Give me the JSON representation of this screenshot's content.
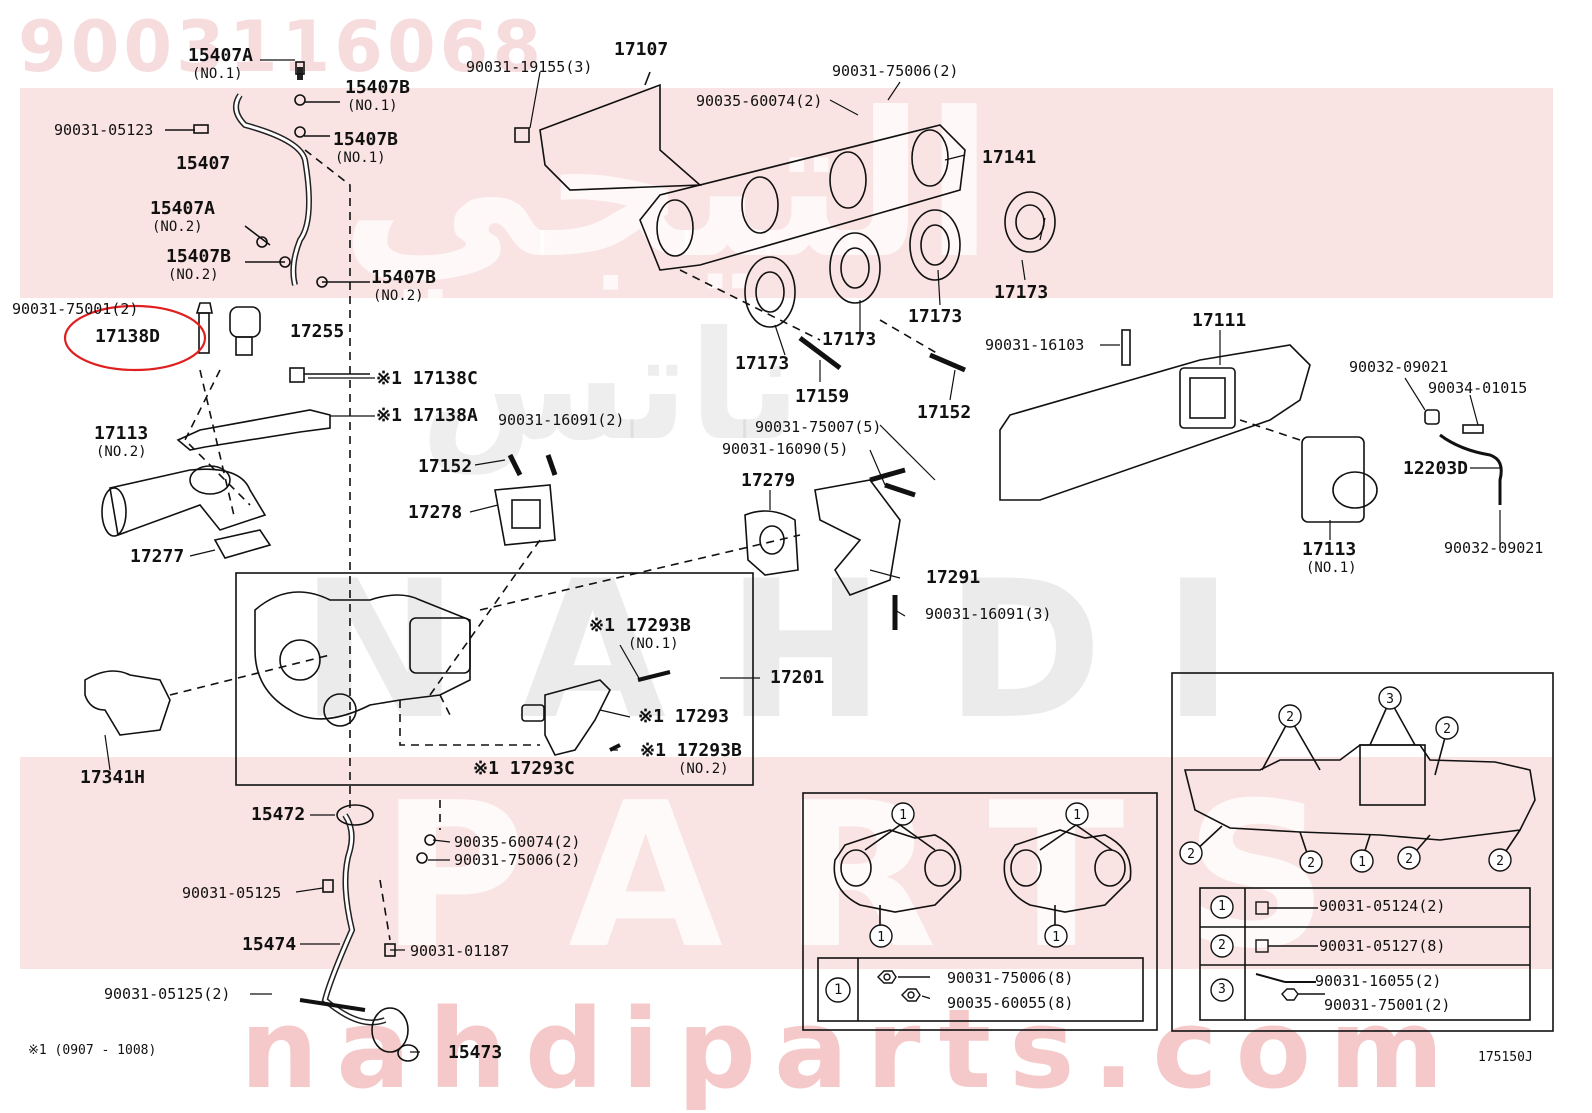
{
  "watermark": {
    "part_number": "9003116068",
    "arabic_top": "التيجي",
    "arabic_mid": "ناتس",
    "brand_mid": "NAHDI",
    "brand_low": "PARTS",
    "site": "nahdiparts.com"
  },
  "labels": {
    "l15407A_1": "15407A",
    "l15407A_1_sub": "(NO.1)",
    "l15407B_1a": "15407B",
    "l15407B_1a_sub": "(NO.1)",
    "l15407B_1b": "15407B",
    "l15407B_1b_sub": "(NO.1)",
    "l90031_05123": "90031-05123",
    "l15407": "15407",
    "l15407A_2": "15407A",
    "l15407A_2_sub": "(NO.2)",
    "l15407B_2a": "15407B",
    "l15407B_2a_sub": "(NO.2)",
    "l15407B_2b": "15407B",
    "l15407B_2b_sub": "(NO.2)",
    "l90031_75001_2": "90031-75001(2)",
    "l17138D": "17138D",
    "l17255": "17255",
    "l17138C": "※1 17138C",
    "l17138A": "※1 17138A",
    "l17113_2": "17113",
    "l17113_2_sub": "(NO.2)",
    "l17277": "17277",
    "l17107": "17107",
    "l90031_19155": "90031-19155(3)",
    "l90031_75006_top": "90031-75006(2)",
    "l90035_60074_top": "90035-60074(2)",
    "l17141": "17141",
    "l17173_a": "17173",
    "l17173_b": "17173",
    "l17173_c": "17173",
    "l17173_d": "17173",
    "l17159": "17159",
    "l17152_r": "17152",
    "l17111": "17111",
    "l90031_16103": "90031-16103",
    "l90032_09021_a": "90032-09021",
    "l90034_01015": "90034-01015",
    "l12203D": "12203D",
    "l17113_1": "17113",
    "l17113_1_sub": "(NO.1)",
    "l90032_09021_b": "90032-09021",
    "l90031_16091_2": "90031-16091(2)",
    "l17152_l": "17152",
    "l17278": "17278",
    "l90031_75007": "90031-75007(5)",
    "l90031_16090": "90031-16090(5)",
    "l17279": "17279",
    "l17291": "17291",
    "l90031_16091_3": "90031-16091(3)",
    "l17293B_1": "※1 17293B",
    "l17293B_1_sub": "(NO.1)",
    "l17201": "17201",
    "l17293": "※1 17293",
    "l17293C": "※1 17293C",
    "l17293B_2": "※1 17293B",
    "l17293B_2_sub": "(NO.2)",
    "l17341H": "17341H",
    "l15472": "15472",
    "l90035_60074_bot": "90035-60074(2)",
    "l90031_75006_bot": "90031-75006(2)",
    "l90031_05125": "90031-05125",
    "l15474": "15474",
    "l90031_01187": "90031-01187",
    "l90031_05125_2": "90031-05125(2)",
    "l15473": "15473",
    "footnote": "※1 (0907 - 1008)",
    "figure_code": "175150J"
  },
  "inset_left": {
    "callout": "1",
    "rows": [
      {
        "num": "1",
        "parts": [
          "90031-75006(8)",
          "90035-60055(8)"
        ]
      }
    ]
  },
  "inset_right": {
    "callouts": [
      "1",
      "2",
      "3"
    ],
    "rows": [
      {
        "num": "1",
        "parts": [
          "90031-05124(2)"
        ]
      },
      {
        "num": "2",
        "parts": [
          "90031-05127(8)"
        ]
      },
      {
        "num": "3",
        "parts": [
          "90031-16055(2)",
          "90031-75001(2)"
        ]
      }
    ]
  },
  "highlight_color": "#e02020"
}
